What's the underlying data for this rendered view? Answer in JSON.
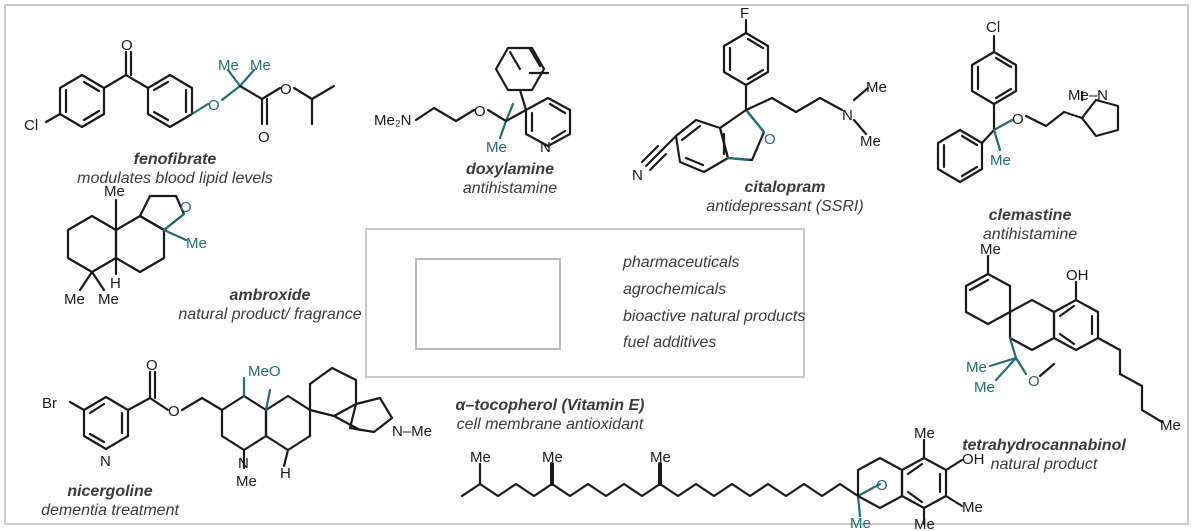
{
  "compounds": [
    {
      "id": "fenofibrate",
      "name": "fenofibrate",
      "description": "modulates blood lipid levels"
    },
    {
      "id": "doxylamine",
      "name": "doxylamine",
      "description": "antihistamine"
    },
    {
      "id": "citalopram",
      "name": "citalopram",
      "description": "antidepressant (SSRI)"
    },
    {
      "id": "clemastine",
      "name": "clemastine",
      "description": "antihistamine"
    },
    {
      "id": "ambroxide",
      "name": "ambroxide",
      "description": "natural product/ fragrance"
    },
    {
      "id": "nicergoline",
      "name": "nicergoline",
      "description": "dementia treatment"
    },
    {
      "id": "tocopherol",
      "name": "α–tocopherol (Vitamin E)",
      "description": "cell membrane antioxidant"
    },
    {
      "id": "thc",
      "name": "tetrahydrocannabinol",
      "description": "natural product"
    }
  ],
  "applications": [
    "pharmaceuticals",
    "agrochemicals",
    "bioactive natural products",
    "fuel additives"
  ],
  "atoms": {
    "O": "O",
    "Cl": "Cl",
    "Me": "Me",
    "F": "F",
    "N": "N",
    "Br": "Br",
    "H": "H",
    "OH": "OH",
    "Me2N": "Me₂N",
    "N_Me": "N–Me",
    "MeO": "MeO",
    "Me_N": "Me–N"
  },
  "colors": {
    "highlight": "#1f6e72",
    "bond": "#1a1a1a",
    "frame": "#c8c8c8",
    "node": "#b8b8b8",
    "aryl_dot": "#2f3f8f"
  }
}
